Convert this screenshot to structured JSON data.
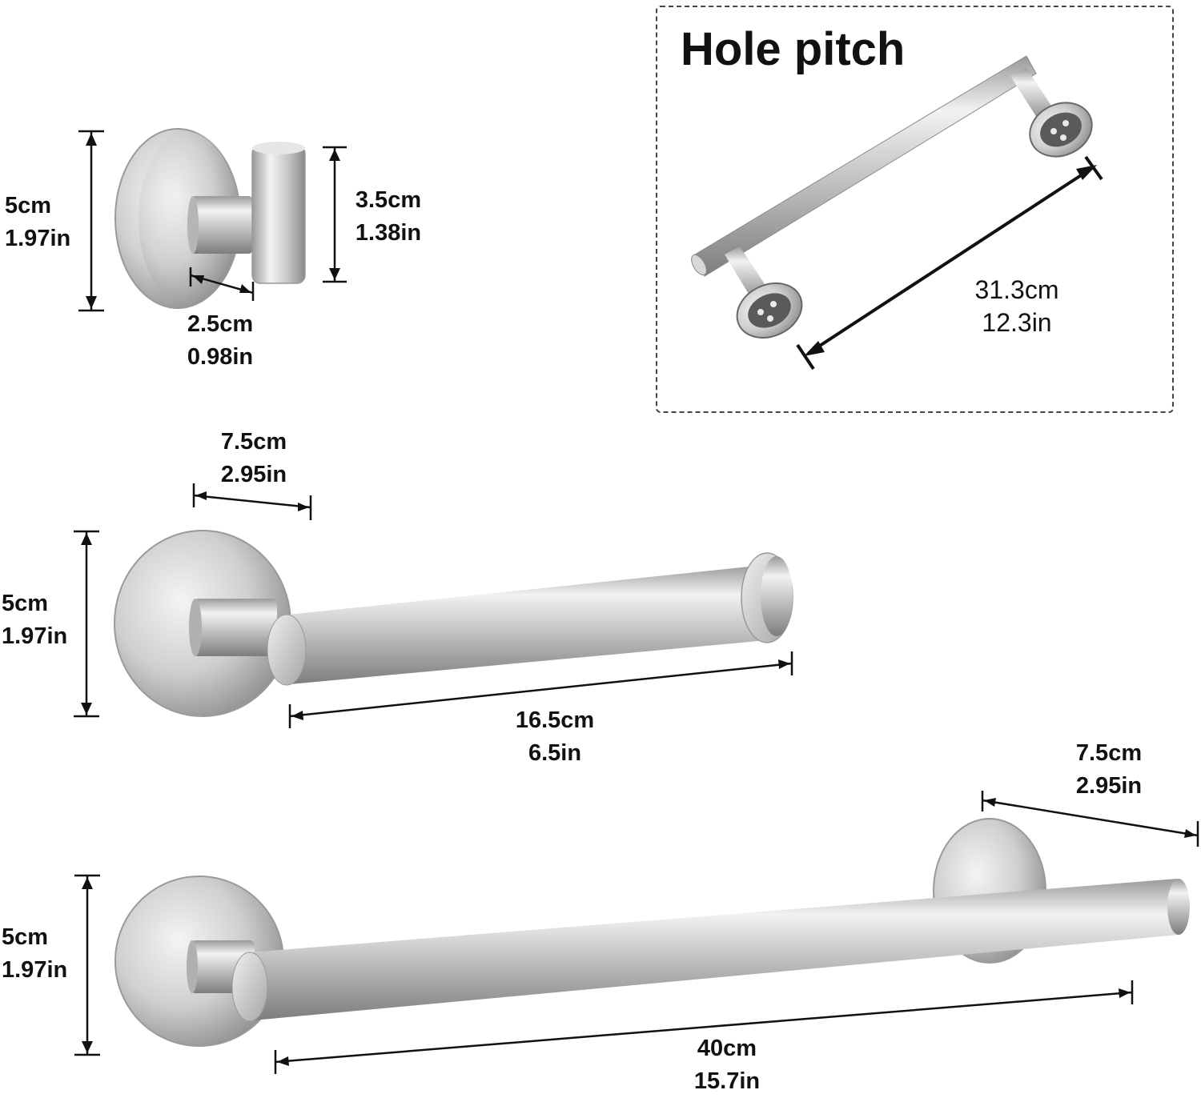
{
  "hole_pitch": {
    "title": "Hole pitch",
    "distance": {
      "cm": "31.3cm",
      "in": "12.3in"
    }
  },
  "robe_hook": {
    "height": {
      "cm": "5cm",
      "in": "1.97in"
    },
    "hook_height": {
      "cm": "3.5cm",
      "in": "1.38in"
    },
    "depth": {
      "cm": "2.5cm",
      "in": "0.98in"
    }
  },
  "paper_holder": {
    "projection": {
      "cm": "7.5cm",
      "in": "2.95in"
    },
    "height": {
      "cm": "5cm",
      "in": "1.97in"
    },
    "length": {
      "cm": "16.5cm",
      "in": "6.5in"
    }
  },
  "towel_bar": {
    "projection": {
      "cm": "7.5cm",
      "in": "2.95in"
    },
    "height": {
      "cm": "5cm",
      "in": "1.97in"
    },
    "length": {
      "cm": "40cm",
      "in": "15.7in"
    }
  },
  "colors": {
    "steel_light": "#eeeeee",
    "steel_mid": "#c9c9c9",
    "steel_dark": "#8a8a8a",
    "ink": "#111111"
  }
}
